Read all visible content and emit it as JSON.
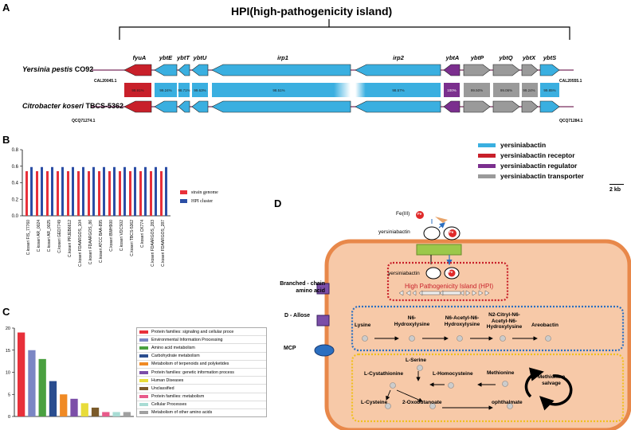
{
  "panels": {
    "a": "A",
    "b": "B",
    "c": "C",
    "d": "D"
  },
  "panelA": {
    "title": "HPI(high-pathogenicity island)",
    "genes": [
      "fyuA",
      "ybtE",
      "ybtT",
      "ybtU",
      "irp1",
      "irp2",
      "ybtA",
      "ybtP",
      "ybtQ",
      "ybtX",
      "ybtS"
    ],
    "identities": [
      "98.91%",
      "99.24%",
      "98.71%",
      "99.63%",
      "98.51%",
      "98.57%",
      "100%",
      "99.50%",
      "99.06%",
      "99.24%",
      "99.85%"
    ],
    "org1_genus": "Yersinia pestis",
    "org1_strain": "CO92",
    "org2_genus": "Citrobacter koseri",
    "org2_strain": "TBCS-5362",
    "acc_top_left": "CAL20045.1",
    "acc_top_right": "CAL20555.1",
    "acc_bot_left": "QCQ71274.1",
    "acc_bot_right": "QCQ71284.1",
    "scale": "2 kb",
    "colors": {
      "receptor": "#c8202a",
      "yersiniabactin": "#3aafe0",
      "regulator": "#7b2f8e",
      "transporter": "#9a9a9a"
    }
  },
  "legendA": [
    {
      "label": "yersiniabactin",
      "color": "#3aafe0"
    },
    {
      "label": "yersiniabactin receptor",
      "color": "#c8202a"
    },
    {
      "label": "yersiniabactin regulator",
      "color": "#7b2f8e"
    },
    {
      "label": "yersiniabactin transporter",
      "color": "#9a9a9a"
    }
  ],
  "chart_data": [
    {
      "type": "bar",
      "categories": [
        "C.koseri FIS_77760",
        "C.koseri AR_0024",
        "C.koseri AR_0025",
        "C.koseri GED7749",
        "C.koseri PRJEB6612",
        "C.koseri FDAARGOS_104",
        "C.koseri FDAARGOS_86",
        "C.koseri ATCC BAA-895",
        "C.koseri BWH900",
        "C.koseri VDCS02",
        "C.koseri TBCS-5362",
        "C.koseri CK774",
        "C.koseri FDAARGOS_283",
        "C.koseri FDAARGOS_287"
      ],
      "series": [
        {
          "name": "strain genome",
          "color": "#e8303a",
          "values": [
            0.54,
            0.54,
            0.54,
            0.54,
            0.54,
            0.54,
            0.54,
            0.54,
            0.54,
            0.54,
            0.54,
            0.54,
            0.54,
            0.54
          ]
        },
        {
          "name": "HPI cluster",
          "color": "#2b4ea5",
          "values": [
            0.59,
            0.59,
            0.59,
            0.59,
            0.59,
            0.59,
            0.59,
            0.59,
            0.59,
            0.59,
            0.59,
            0.59,
            0.59,
            0.59
          ]
        }
      ],
      "yticks": [
        "0.0",
        "0.2",
        "0.4",
        "0.6",
        "0.8"
      ],
      "ylim": [
        0,
        0.8
      ]
    },
    {
      "type": "bar",
      "categories": [
        "Protein families: signaling and cellular proce",
        "Environmental Information Processing",
        "Amino acid metabolism",
        "Carbohydrate metabolism",
        "Metabolism of terpenoids and polyketides",
        "Protein families: genetic information process",
        "Human Diseases",
        "Unclassified",
        "Protein families: metabolism",
        "Cellular Processes",
        "Metabolism of other amino acids"
      ],
      "values": [
        19,
        15,
        13,
        8,
        5,
        4,
        3,
        2,
        1,
        1,
        1
      ],
      "colors": [
        "#e8303a",
        "#7b86c4",
        "#4aa040",
        "#2a4d8f",
        "#f08a24",
        "#7b4ea8",
        "#e8dc3a",
        "#7a5a2a",
        "#e85a8a",
        "#a8dcd4",
        "#a0a0a0"
      ],
      "yticks": [
        "0",
        "5",
        "10",
        "15",
        "20"
      ],
      "ylim": [
        0,
        20
      ]
    }
  ],
  "panelD": {
    "feiii": "Fe(III)",
    "fe": "Fe",
    "yersiniabactin": "yersiniabactin",
    "hpi": "High Pathogenicity Island (HPI)",
    "side_bcaa_1": "Branched - chain",
    "side_bcaa_2": "amino acid",
    "side_allose": "D - Allose",
    "side_mcp": "MCP",
    "aero": [
      "Lysine",
      "N6-\nHydroxylysine",
      "N6-Acetyl-N6-\nHydroxylysine",
      "N2-Citryl-N6-\nAcetyl-N6-\nHydroxylysine",
      "Areobactin"
    ],
    "met": {
      "serine": "L-Serine",
      "cysta": "L-Cystathionine",
      "hcys": "L-Homocysteine",
      "methionine": "Methionine",
      "salvage": "Methionine\nsalvage",
      "cysteine": "L-Cysteine",
      "oxo": "2-Oxobutanoate",
      "ophth": "ophthalmate"
    }
  }
}
